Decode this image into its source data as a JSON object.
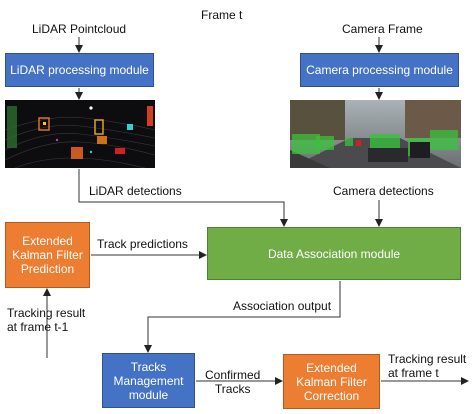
{
  "frame_title": "Frame t",
  "lidar": {
    "input_label": "LiDAR Pointcloud",
    "module_label": "LiDAR processing module",
    "detections_label": "LiDAR detections"
  },
  "camera": {
    "input_label": "Camera Frame",
    "module_label": "Camera processing module",
    "detections_label": "Camera detections"
  },
  "ekf_prediction_label": "Extended\nKalman Filter\nPrediction",
  "track_predictions_label": "Track predictions",
  "data_association_label": "Data Association module",
  "tracking_prev_label": "Tracking result\nat frame t-1",
  "association_output_label": "Association output",
  "tracks_management_label": "Tracks\nManagement\nmodule",
  "confirmed_tracks_label": "Confirmed\nTracks",
  "ekf_correction_label": "Extended\nKalman Filter\nCorrection",
  "tracking_result_label": "Tracking result\nat frame t",
  "colors": {
    "blue": "#4472c4",
    "green": "#70ad47",
    "orange": "#ed7d31"
  }
}
